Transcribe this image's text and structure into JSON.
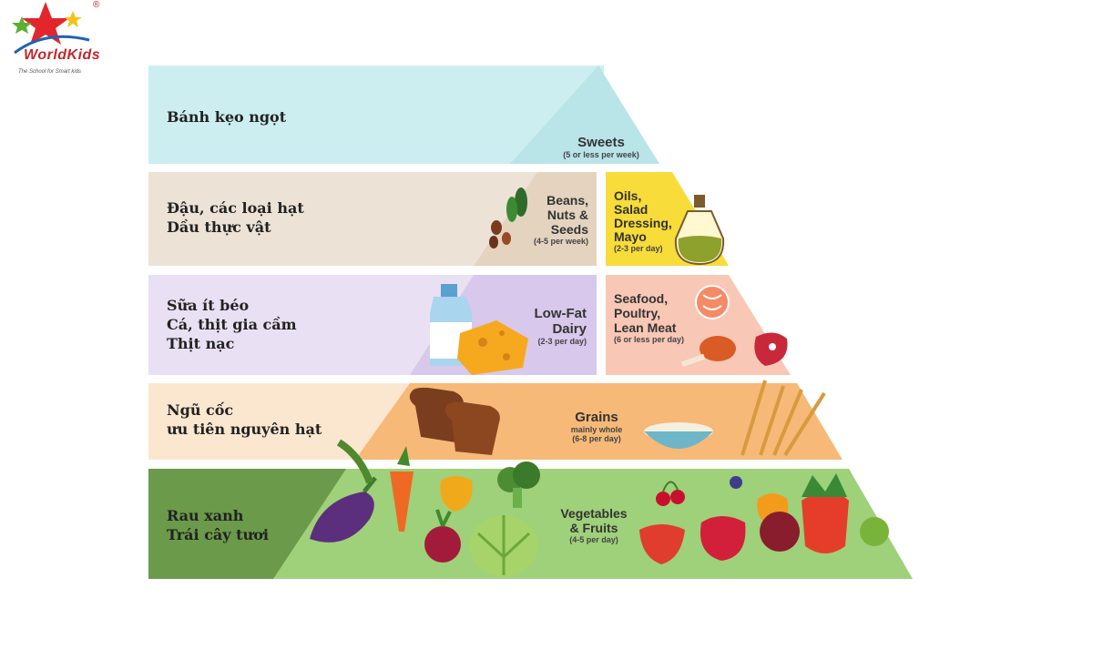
{
  "logo": {
    "name_part1": "World",
    "name_part2": "Kids",
    "registered": "®",
    "tagline": "The School for Smart kids",
    "icon": "star-icon"
  },
  "levels": [
    {
      "name": "sweets",
      "vn": [
        "Bánh kẹo ngọt"
      ],
      "groups": [
        {
          "title": [
            "Sweets"
          ],
          "serving": "(5 or less per week)"
        }
      ]
    },
    {
      "name": "beans-oils",
      "vn": [
        "Đậu, các loại hạt",
        "Dầu thực vật"
      ],
      "groups": [
        {
          "title": [
            "Beans,",
            "Nuts &",
            "Seeds"
          ],
          "serving": "(4-5 per week)"
        },
        {
          "title": [
            "Oils,",
            "Salad",
            "Dressing,",
            "Mayo"
          ],
          "serving": "(2-3 per day)"
        }
      ]
    },
    {
      "name": "dairy-meat",
      "vn": [
        "Sữa ít béo",
        "Cá, thịt gia cầm",
        "Thịt nạc"
      ],
      "groups": [
        {
          "title": [
            "Low-Fat",
            "Dairy"
          ],
          "serving": "(2-3 per day)"
        },
        {
          "title": [
            "Seafood,",
            "Poultry,",
            "Lean Meat"
          ],
          "serving": "(6 or less per day)"
        }
      ]
    },
    {
      "name": "grains",
      "vn": [
        "Ngũ cốc",
        "ưu tiên nguyên hạt"
      ],
      "groups": [
        {
          "title": [
            "Grains"
          ],
          "note": "mainly whole",
          "serving": "(6-8 per day)"
        }
      ]
    },
    {
      "name": "vegetables-fruits",
      "vn": [
        "Rau xanh",
        "Trái cây tươi"
      ],
      "groups": [
        {
          "title": [
            "Vegetables",
            "& Fruits"
          ],
          "serving": "(4-5 per day)"
        }
      ]
    }
  ],
  "colors": {
    "sweets": "#cdeef0",
    "beans": "#e8dccb",
    "oils": "#f7dc3a",
    "dairy": "#ddd0ee",
    "meat": "#f8c7b5",
    "grains": "#f7b978",
    "vegetables": "#9fd07a",
    "accent_green": "#6a9a4a"
  }
}
